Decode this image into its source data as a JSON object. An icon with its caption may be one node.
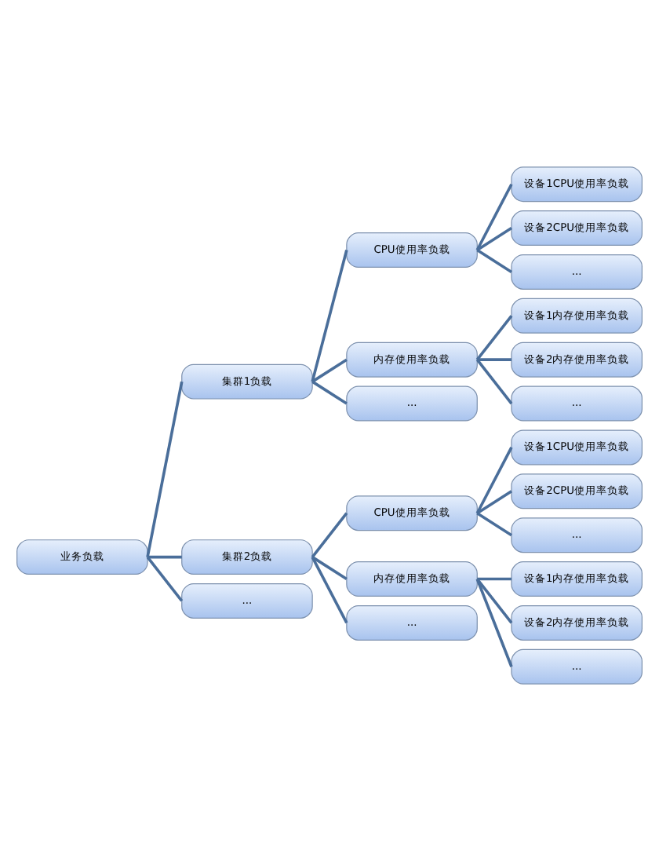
{
  "diagram": {
    "nodes": [
      {
        "text": [
          "业务负载"
        ]
      },
      {
        "text": [
          "集群1负载"
        ]
      },
      {
        "text": [
          "CPU使用率负载"
        ]
      },
      {
        "text": [
          "设备1CPU使用率负载"
        ]
      },
      {
        "text": [
          "设备2CPU使用率负载"
        ]
      },
      {
        "text": [
          "..."
        ]
      },
      {
        "text": [
          "内存使用率负载"
        ]
      },
      {
        "text": [
          "设备1内存使用率负载"
        ]
      },
      {
        "text": [
          "设备2内存使用率负载"
        ]
      },
      {
        "text": [
          "..."
        ]
      },
      {
        "text": [
          "..."
        ]
      },
      {
        "text": [
          "集群2负载"
        ]
      },
      {
        "text": [
          "CPU使用率负载"
        ]
      },
      {
        "text": [
          "设备1CPU使用率负载"
        ]
      },
      {
        "text": [
          "设备2CPU使用率负载"
        ]
      },
      {
        "text": [
          "..."
        ]
      },
      {
        "text": [
          "内存使用率负载"
        ]
      },
      {
        "text": [
          "设备1内存使用率负载"
        ]
      },
      {
        "text": [
          "设备2内存使用率负载"
        ]
      },
      {
        "text": [
          "..."
        ]
      },
      {
        "text": [
          "..."
        ]
      },
      {
        "text": [
          "..."
        ]
      }
    ],
    "edges": [
      {
        "from": 0,
        "to": 1,
        "arrow": "none"
      },
      {
        "from": 0,
        "to": 11,
        "arrow": "none"
      },
      {
        "from": 0,
        "to": 21,
        "arrow": "none"
      },
      {
        "from": 1,
        "to": 2,
        "arrow": "none"
      },
      {
        "from": 1,
        "to": 6,
        "arrow": "none"
      },
      {
        "from": 1,
        "to": 10,
        "arrow": "none"
      },
      {
        "from": 2,
        "to": 3,
        "arrow": "none"
      },
      {
        "from": 2,
        "to": 4,
        "arrow": "none"
      },
      {
        "from": 2,
        "to": 5,
        "arrow": "none"
      },
      {
        "from": 6,
        "to": 7,
        "arrow": "none"
      },
      {
        "from": 6,
        "to": 8,
        "arrow": "none"
      },
      {
        "from": 6,
        "to": 9,
        "arrow": "none"
      },
      {
        "from": 11,
        "to": 12,
        "arrow": "none"
      },
      {
        "from": 11,
        "to": 16,
        "arrow": "none"
      },
      {
        "from": 11,
        "to": 20,
        "arrow": "none"
      },
      {
        "from": 12,
        "to": 13,
        "arrow": "none"
      },
      {
        "from": 12,
        "to": 14,
        "arrow": "none"
      },
      {
        "from": 12,
        "to": 15,
        "arrow": "none"
      },
      {
        "from": 16,
        "to": 17,
        "arrow": "none"
      },
      {
        "from": 16,
        "to": 18,
        "arrow": "none"
      },
      {
        "from": 16,
        "to": 19,
        "arrow": "none"
      }
    ]
  }
}
